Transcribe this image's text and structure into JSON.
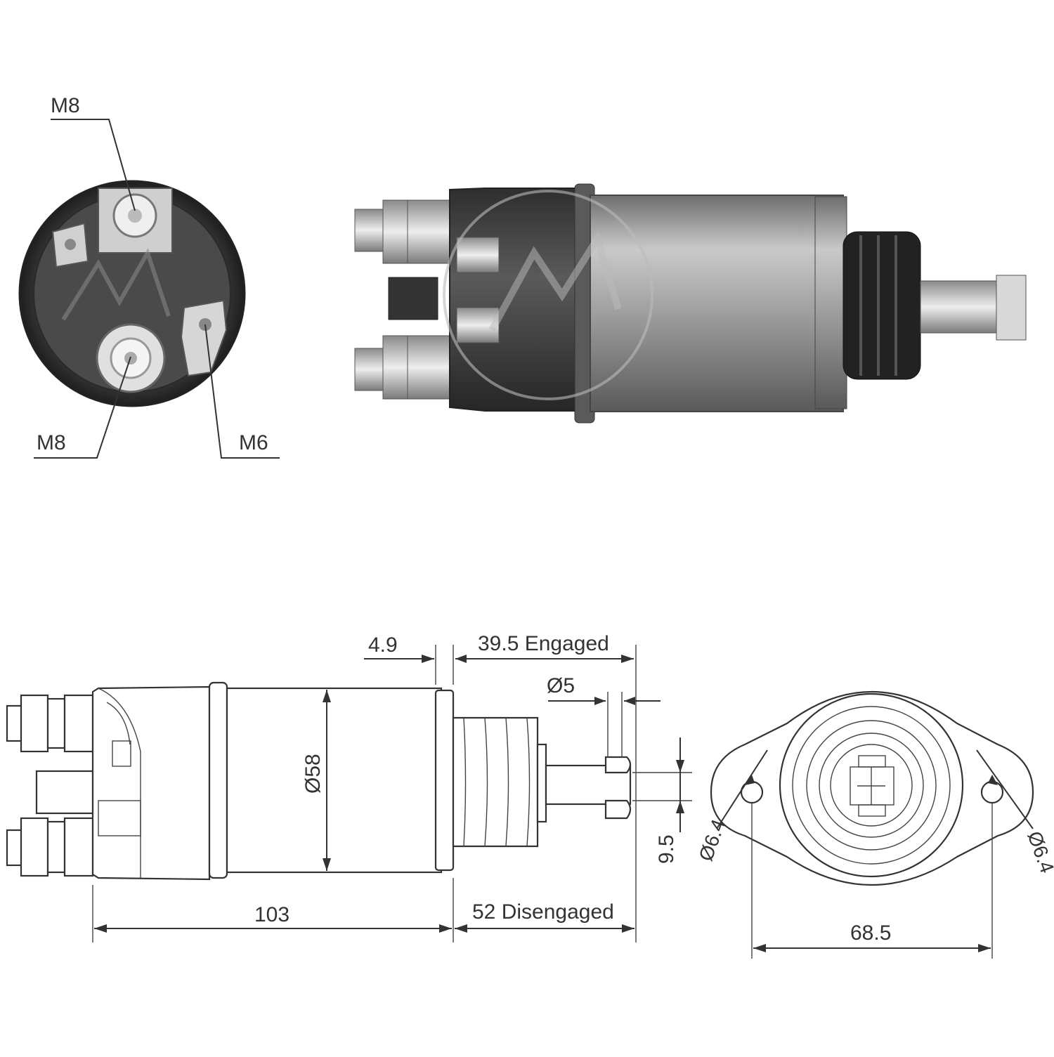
{
  "photo_views": {
    "end_view_labels": {
      "top_terminal": "M8",
      "bottom_terminal": "M8",
      "small_terminal": "M6"
    }
  },
  "side_drawing": {
    "flange_offset": "4.9",
    "stroke_engaged": "39.5 Engaged",
    "pin_diameter": "Ø5",
    "body_diameter": "Ø58",
    "fork_gap": "9.5",
    "overall_length": "103",
    "stroke_disengaged": "52 Disengaged"
  },
  "front_drawing": {
    "left_hole_diameter": "Ø6.4",
    "right_hole_diameter": "Ø6.4",
    "hole_spacing": "68.5"
  },
  "colors": {
    "line": "#333333",
    "photo_body": "#9a9a9a",
    "photo_dark": "#3a3a3a"
  }
}
